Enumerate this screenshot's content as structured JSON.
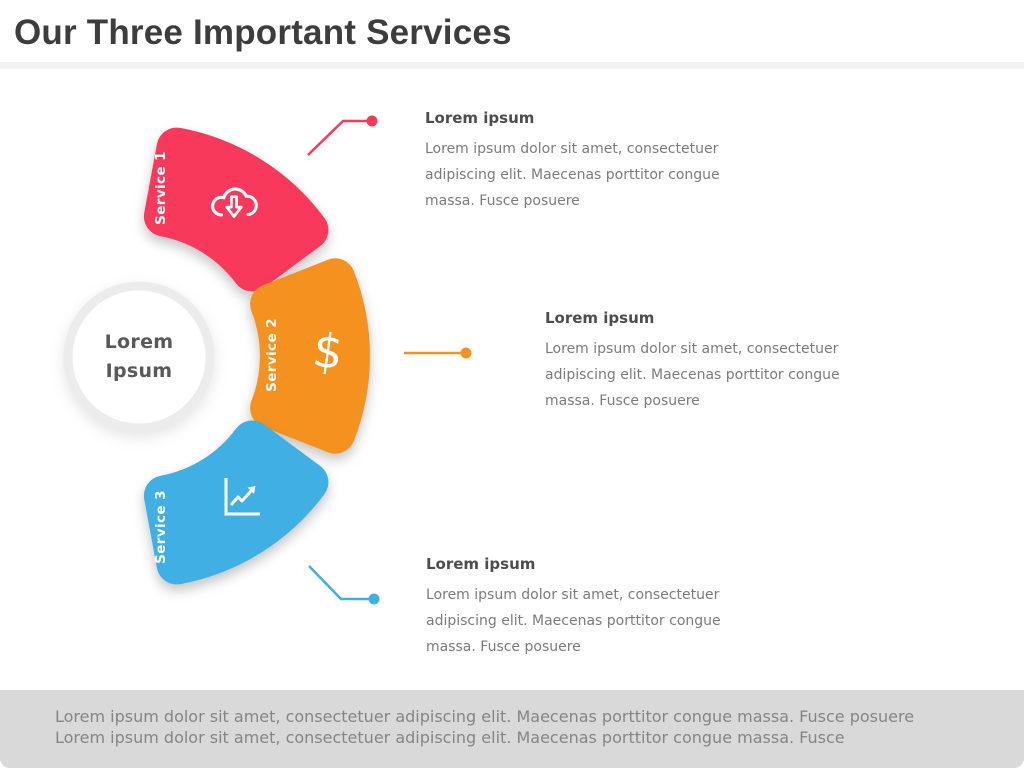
{
  "slide": {
    "title": "Our Three Important Services"
  },
  "center_circle": {
    "line1": "Lorem",
    "line2": "Ipsum"
  },
  "services": [
    {
      "label": "Service 1",
      "icon": "cloud-download-icon",
      "color": "#f8395c",
      "callout": {
        "heading": "Lorem ipsum",
        "body": "Lorem ipsum dolor sit amet, consectetuer adipiscing elit. Maecenas porttitor congue massa. Fusce posuere"
      }
    },
    {
      "label": "Service 2",
      "icon": "dollar-icon",
      "icon_glyph": "$",
      "color": "#f5921f",
      "callout": {
        "heading": "Lorem ipsum",
        "body": "Lorem ipsum dolor sit amet, consectetuer adipiscing elit. Maecenas porttitor congue massa. Fusce posuere"
      }
    },
    {
      "label": "Service 3",
      "icon": "line-chart-icon",
      "color": "#3fafe4",
      "callout": {
        "heading": "Lorem ipsum",
        "body": "Lorem ipsum dolor sit amet, consectetuer adipiscing elit. Maecenas porttitor congue massa. Fusce posuere"
      }
    }
  ],
  "footer": {
    "line1": "Lorem ipsum dolor sit amet, consectetuer adipiscing elit. Maecenas porttitor congue massa. Fusce posuere",
    "line2": "Lorem ipsum dolor sit amet, consectetuer adipiscing elit. Maecenas porttitor congue massa. Fusce"
  }
}
